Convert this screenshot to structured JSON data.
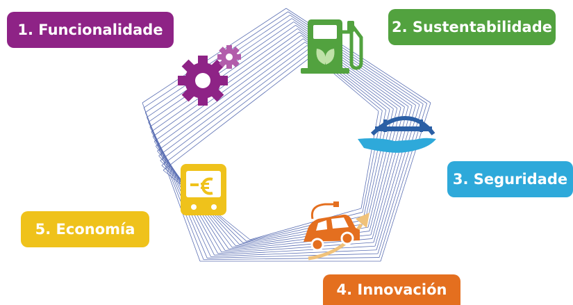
{
  "labels": [
    {
      "id": "lbl1",
      "text": "1. Funcionalidade",
      "color": "#8e2386"
    },
    {
      "id": "lbl2",
      "text": "2. Sustentabilidade",
      "color": "#52a23f"
    },
    {
      "id": "lbl3",
      "text": "3. Seguridade",
      "color": "#2ea9da"
    },
    {
      "id": "lbl4",
      "text": "4. Innovación",
      "color": "#e46f1f"
    },
    {
      "id": "lbl5",
      "text": "5. Economía",
      "color": "#efc21b"
    }
  ],
  "icons": {
    "gears": "gears-icon",
    "fuel": "fuel-pump-leaf-icon",
    "shield": "hand-bridge-icon",
    "car": "electric-car-icon",
    "wallet": "euro-card-icon"
  },
  "colors": {
    "web_line": "#5b6fb3",
    "purple": "#8e2386",
    "green": "#52a23f",
    "blue": "#2ea9da",
    "orange": "#e46f1f",
    "yellow": "#efc21b"
  }
}
